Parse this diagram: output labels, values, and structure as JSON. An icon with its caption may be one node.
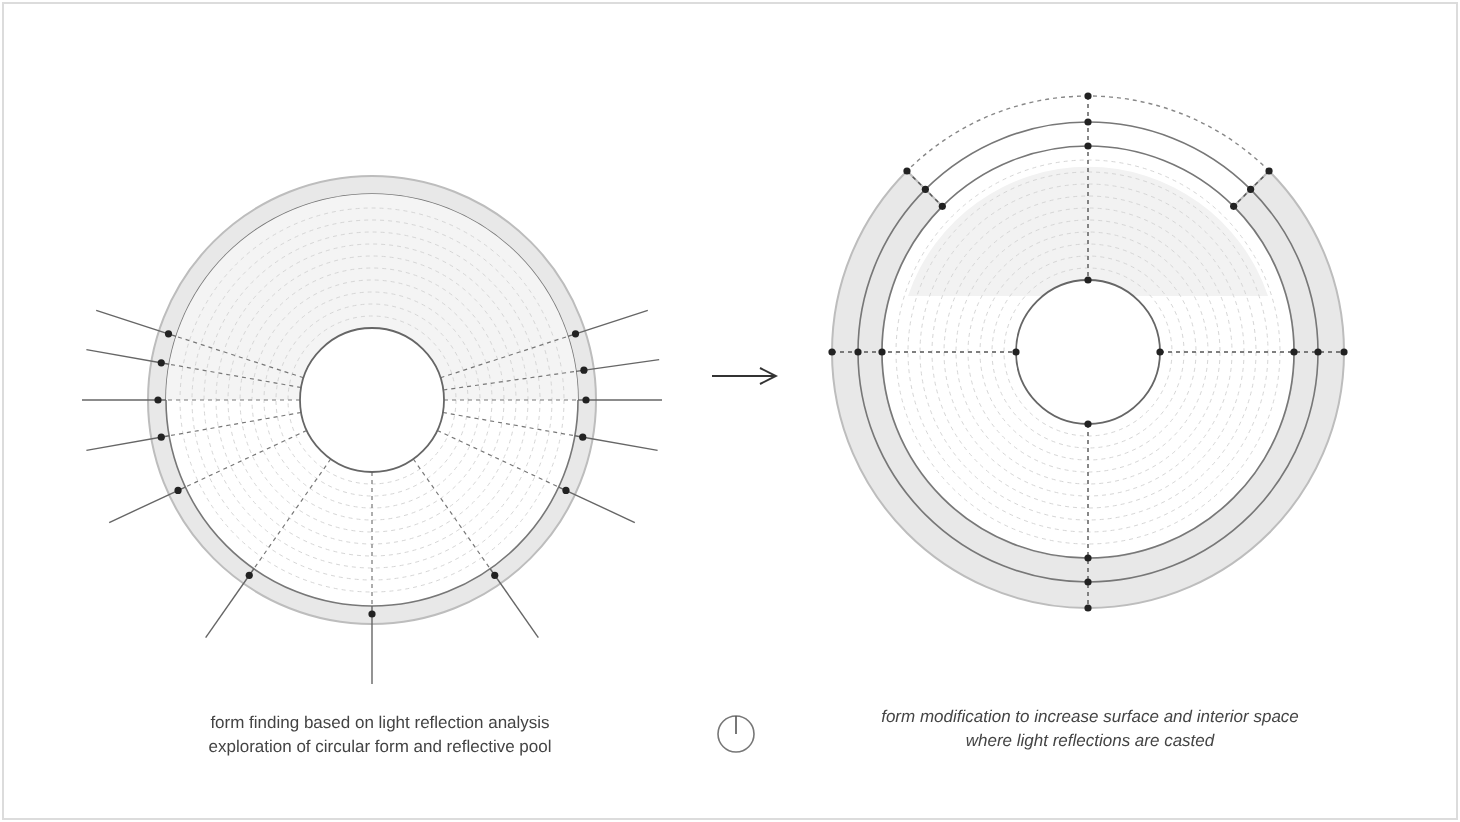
{
  "diagram": {
    "nodes": [
      {
        "text": [],
        "shape": "picture"
      },
      {
        "text": [],
        "shape": "picture"
      }
    ],
    "edges": [
      {
        "from": 0,
        "to": 1,
        "arrow": "to"
      }
    ],
    "labels": [
      "form finding based on light reflection analysis",
      "exploration of circular form and reflective pool",
      "form modification to increase surface and interior space where light reflections are casted"
    ]
  }
}
